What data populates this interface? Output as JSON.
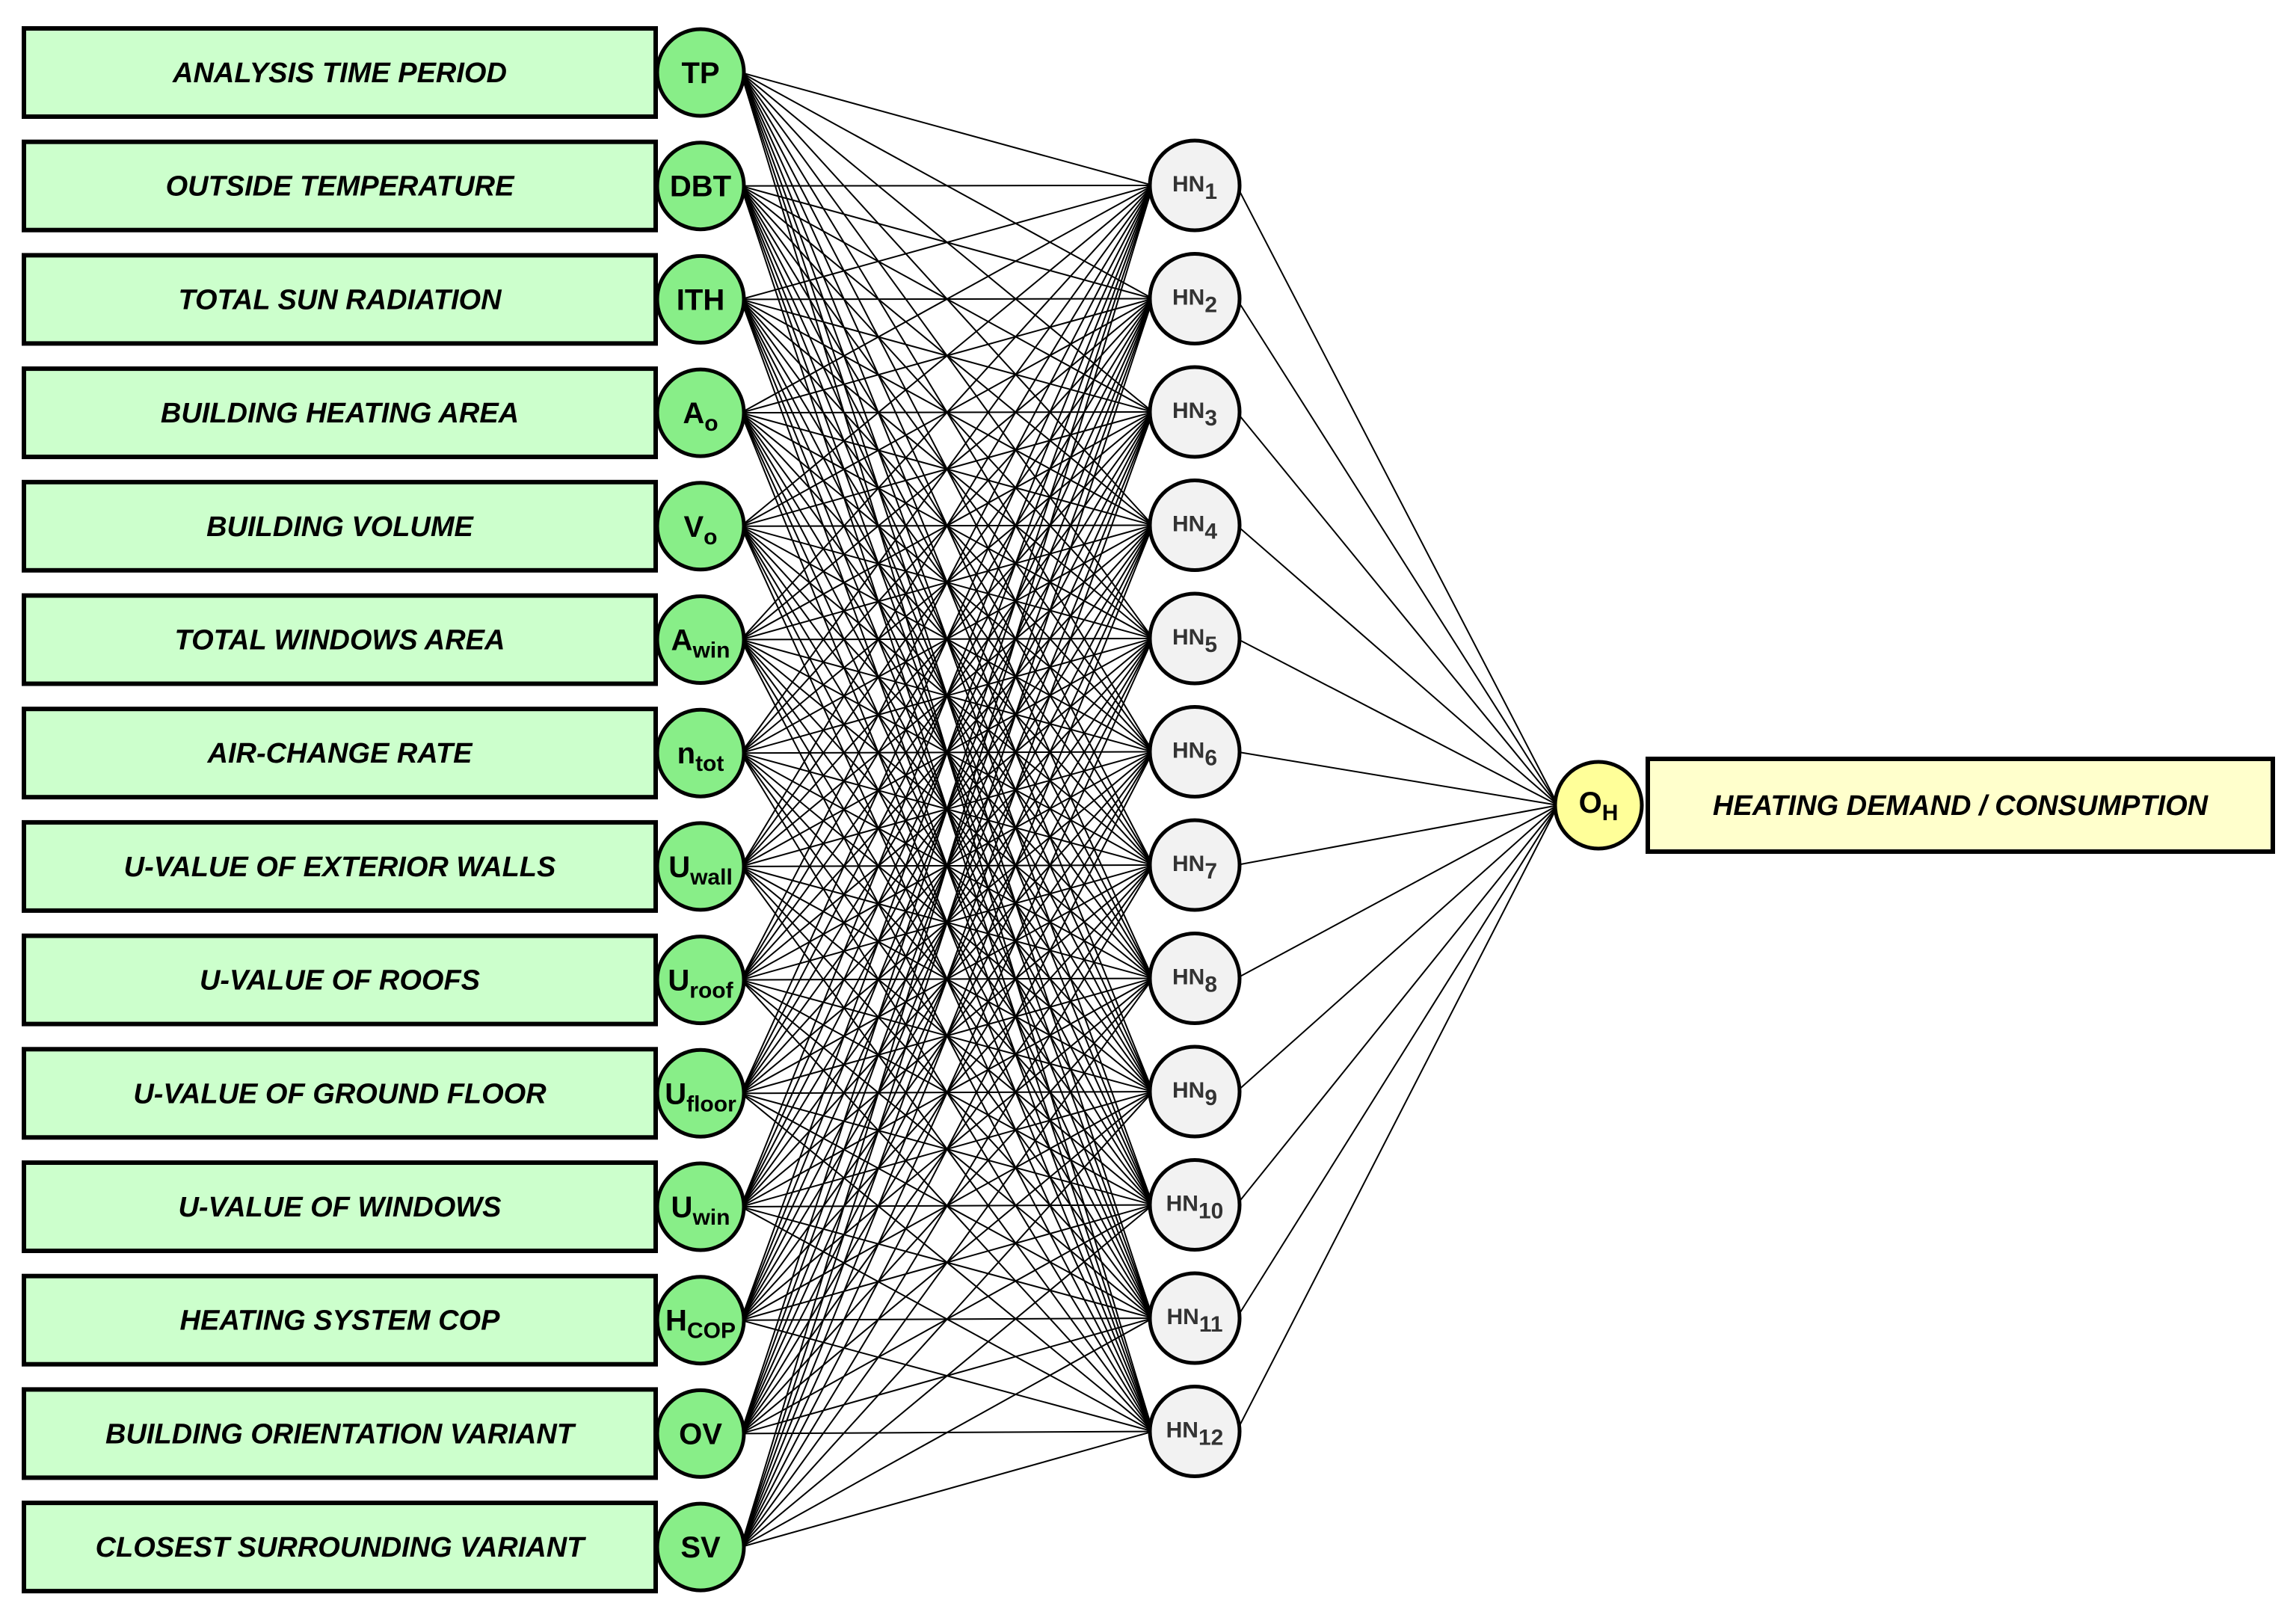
{
  "colors": {
    "input_fill": "#ccffcc",
    "input_node_fill": "#88ee88",
    "hidden_fill": "#f2f2f2",
    "output_fill": "#ffff99",
    "output_box_fill": "#ffffcc",
    "stroke": "#000000"
  },
  "inputs": [
    {
      "label": "ANALYSIS TIME PERIOD",
      "symbol": "TP",
      "sub": ""
    },
    {
      "label": "OUTSIDE TEMPERATURE",
      "symbol": "DBT",
      "sub": ""
    },
    {
      "label": "TOTAL SUN RADIATION",
      "symbol": "ITH",
      "sub": ""
    },
    {
      "label": "BUILDING HEATING AREA",
      "symbol": "A",
      "sub": "o"
    },
    {
      "label": "BUILDING VOLUME",
      "symbol": "V",
      "sub": "o"
    },
    {
      "label": "TOTAL WINDOWS AREA",
      "symbol": "A",
      "sub": "win"
    },
    {
      "label": "AIR-CHANGE RATE",
      "symbol": "n",
      "sub": "tot"
    },
    {
      "label": "U-VALUE OF EXTERIOR WALLS",
      "symbol": "U",
      "sub": "wall"
    },
    {
      "label": "U-VALUE OF ROOFS",
      "symbol": "U",
      "sub": "roof"
    },
    {
      "label": "U-VALUE OF GROUND FLOOR",
      "symbol": "U",
      "sub": "floor"
    },
    {
      "label": "U-VALUE OF WINDOWS",
      "symbol": "U",
      "sub": "win"
    },
    {
      "label": "HEATING SYSTEM COP",
      "symbol": "H",
      "sub": "COP"
    },
    {
      "label": "BUILDING ORIENTATION VARIANT",
      "symbol": "OV",
      "sub": ""
    },
    {
      "label": "CLOSEST SURROUNDING VARIANT",
      "symbol": "SV",
      "sub": ""
    }
  ],
  "hidden": [
    {
      "symbol": "HN",
      "sub": "1"
    },
    {
      "symbol": "HN",
      "sub": "2"
    },
    {
      "symbol": "HN",
      "sub": "3"
    },
    {
      "symbol": "HN",
      "sub": "4"
    },
    {
      "symbol": "HN",
      "sub": "5"
    },
    {
      "symbol": "HN",
      "sub": "6"
    },
    {
      "symbol": "HN",
      "sub": "7"
    },
    {
      "symbol": "HN",
      "sub": "8"
    },
    {
      "symbol": "HN",
      "sub": "9"
    },
    {
      "symbol": "HN",
      "sub": "10"
    },
    {
      "symbol": "HN",
      "sub": "11"
    },
    {
      "symbol": "HN",
      "sub": "12"
    }
  ],
  "output": {
    "label": "HEATING DEMAND / CONSUMPTION",
    "symbol": "O",
    "sub": "H"
  }
}
